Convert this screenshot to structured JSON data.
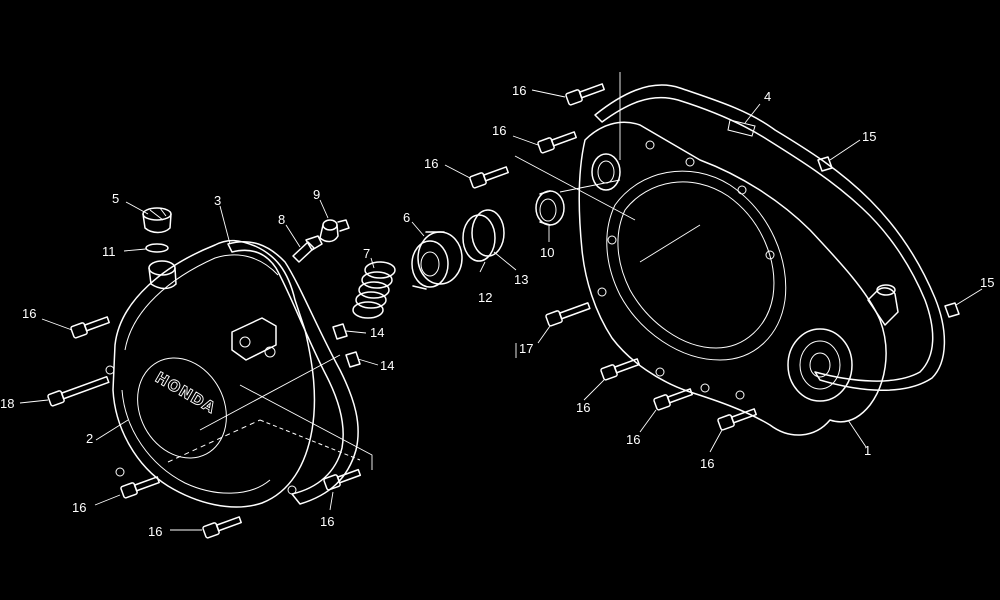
{
  "brand_text": "HONDA",
  "callouts": [
    {
      "id": "1",
      "label": "1"
    },
    {
      "id": "2",
      "label": "2"
    },
    {
      "id": "3",
      "label": "3"
    },
    {
      "id": "4",
      "label": "4"
    },
    {
      "id": "5",
      "label": "5"
    },
    {
      "id": "6",
      "label": "6"
    },
    {
      "id": "7",
      "label": "7"
    },
    {
      "id": "8",
      "label": "8"
    },
    {
      "id": "9",
      "label": "9"
    },
    {
      "id": "10",
      "label": "10"
    },
    {
      "id": "11",
      "label": "11"
    },
    {
      "id": "12",
      "label": "12"
    },
    {
      "id": "13",
      "label": "13"
    },
    {
      "id": "14a",
      "label": "14"
    },
    {
      "id": "14b",
      "label": "14"
    },
    {
      "id": "15a",
      "label": "15"
    },
    {
      "id": "15b",
      "label": "15"
    },
    {
      "id": "16a",
      "label": "16"
    },
    {
      "id": "16b",
      "label": "16"
    },
    {
      "id": "16c",
      "label": "16"
    },
    {
      "id": "16d",
      "label": "16"
    },
    {
      "id": "16e",
      "label": "16"
    },
    {
      "id": "16f",
      "label": "16"
    },
    {
      "id": "16g",
      "label": "16"
    },
    {
      "id": "16h",
      "label": "16"
    },
    {
      "id": "16i",
      "label": "16"
    },
    {
      "id": "16j",
      "label": "16"
    },
    {
      "id": "17",
      "label": "17"
    },
    {
      "id": "18",
      "label": "18"
    }
  ]
}
